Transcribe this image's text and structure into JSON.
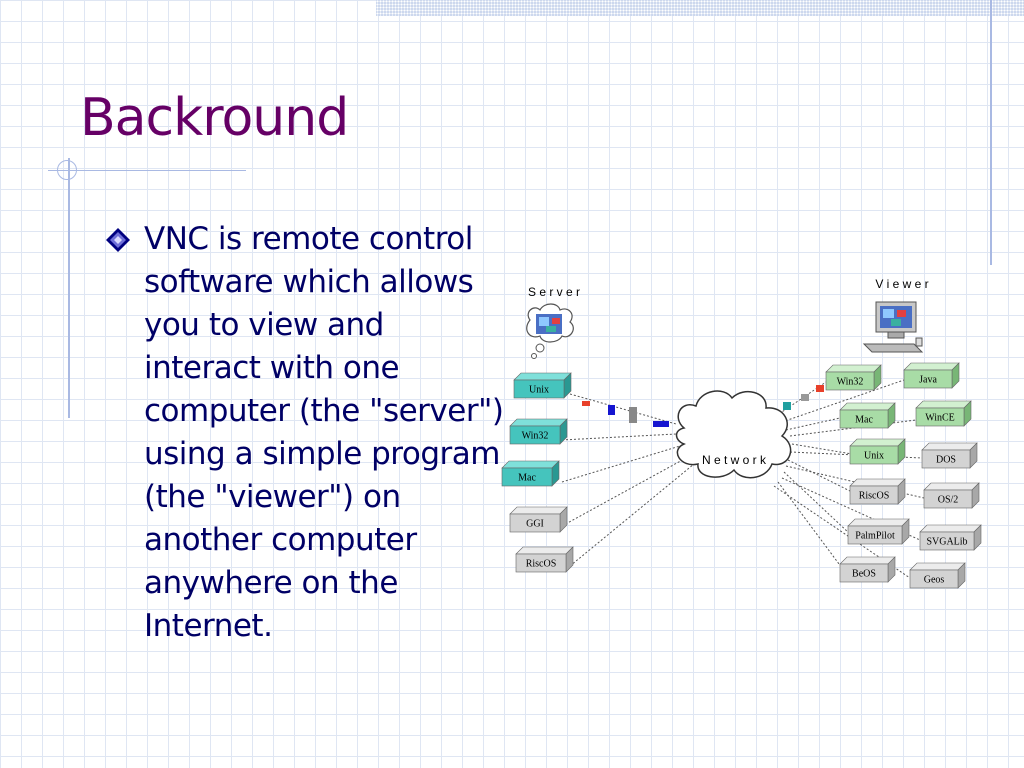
{
  "slide": {
    "title": "Backround",
    "bullet_text": "VNC is remote control software which allows you to view and interact with one computer (the \"server\") using a simple program (the \"viewer\") on another computer anywhere on the Internet."
  },
  "diagram": {
    "server_label": "S e r v e r",
    "viewer_label": "V i e w e r",
    "network_label": "N e t w o r k",
    "server_platforms": [
      "Unix",
      "Win32",
      "Mac",
      "GGI",
      "RiscOS"
    ],
    "viewer_platforms": [
      "Win32",
      "Java",
      "Mac",
      "WinCE",
      "Unix",
      "DOS",
      "RiscOS",
      "OS/2",
      "PalmPilot",
      "SVGALib",
      "BeOS",
      "Geos"
    ]
  },
  "colors": {
    "title": "#660066",
    "body_text": "#000066",
    "grid": "#dfe6f3",
    "accent_rule": "#a9b9e3",
    "server_box_teal": "#45c4bd",
    "viewer_box_green": "#a8dca6",
    "box_gray": "#d3d3d3"
  }
}
